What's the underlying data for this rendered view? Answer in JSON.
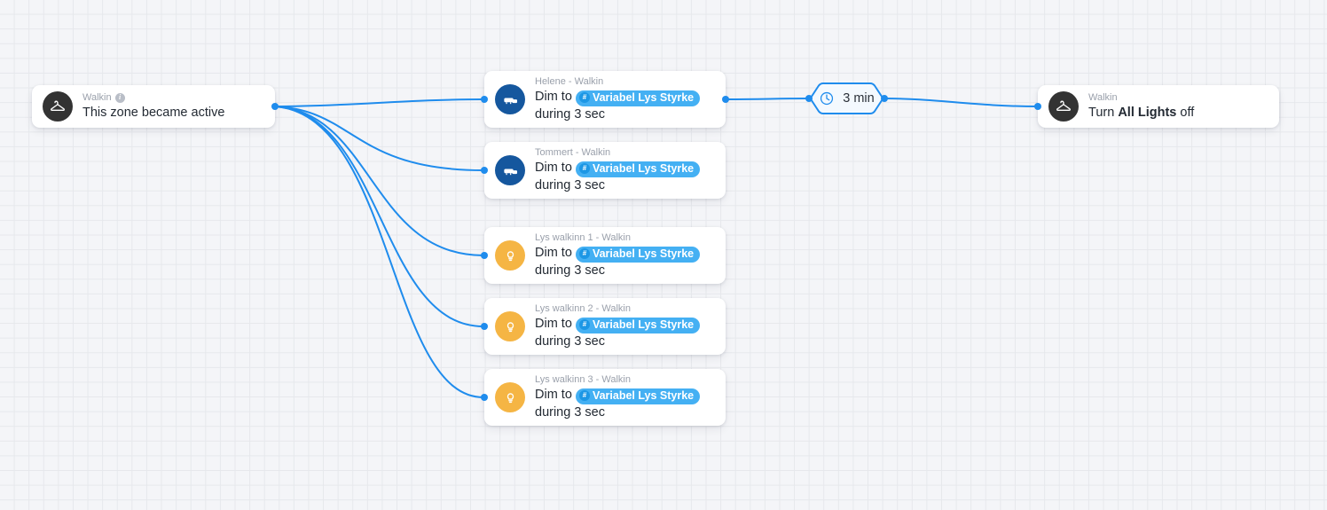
{
  "canvas": {
    "grid": true,
    "background_color": "#f4f5f8",
    "grid_color": "#e6e8ec",
    "edge_color": "#1f8ced",
    "port_color": "#1f8ced"
  },
  "trigger": {
    "sub_label": "Walkin",
    "info_icon": "i",
    "title": "This zone became active",
    "icon": "hanger-icon",
    "icon_color": "#333333"
  },
  "actions": [
    {
      "sub_label": "Helene - Walkin",
      "text_before": "Dim to",
      "chip": {
        "badge": "#",
        "label": "Variabel Lys Styrke"
      },
      "text_after": "during 3 sec",
      "icon": "light-strip-icon",
      "icon_color": "#15579e"
    },
    {
      "sub_label": "Tommert - Walkin",
      "text_before": "Dim to",
      "chip": {
        "badge": "#",
        "label": "Variabel Lys Styrke"
      },
      "text_after": "during 3 sec",
      "icon": "light-strip-icon",
      "icon_color": "#15579e"
    },
    {
      "sub_label": "Lys walkinn 1 - Walkin",
      "text_before": "Dim to",
      "chip": {
        "badge": "#",
        "label": "Variabel Lys Styrke"
      },
      "text_after": "during 3 sec",
      "icon": "light-bulb-icon",
      "icon_color": "#f5b544"
    },
    {
      "sub_label": "Lys walkinn 2 - Walkin",
      "text_before": "Dim to",
      "chip": {
        "badge": "#",
        "label": "Variabel Lys Styrke"
      },
      "text_after": "during 3 sec",
      "icon": "light-bulb-icon",
      "icon_color": "#f5b544"
    },
    {
      "sub_label": "Lys walkinn 3 - Walkin",
      "text_before": "Dim to",
      "chip": {
        "badge": "#",
        "label": "Variabel Lys Styrke"
      },
      "text_after": "during 3 sec",
      "icon": "light-bulb-icon",
      "icon_color": "#f5b544"
    }
  ],
  "delay": {
    "label": "3 min",
    "icon": "clock-icon",
    "border_color": "#1f8ced"
  },
  "final_action": {
    "sub_label": "Walkin",
    "title_prefix": "Turn ",
    "title_bold": "All Lights",
    "title_suffix": " off",
    "icon": "hanger-icon",
    "icon_color": "#333333"
  }
}
